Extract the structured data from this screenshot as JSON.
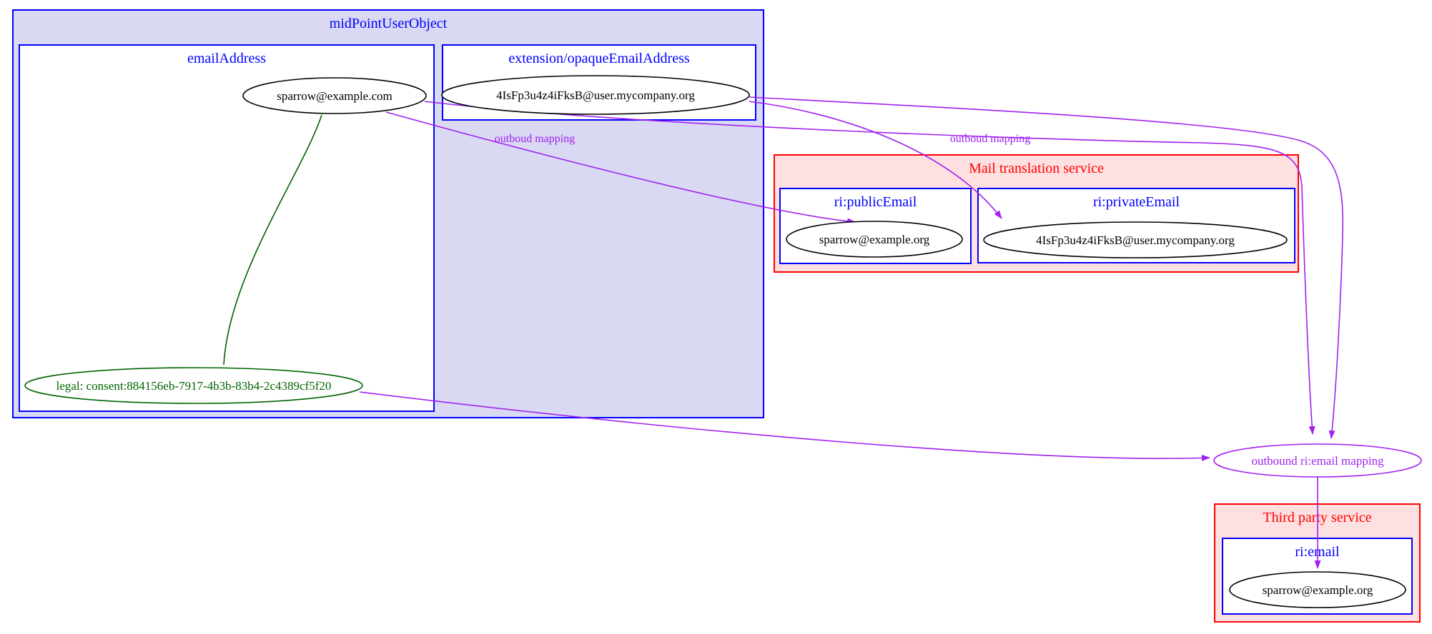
{
  "diagram": {
    "clusters": {
      "midpoint": {
        "label": "midPointUserObject"
      },
      "email_address": {
        "label": "emailAddress"
      },
      "opaque_email": {
        "label": "extension/opaqueEmailAddress"
      },
      "mail_translation": {
        "label": "Mail translation service"
      },
      "ri_public": {
        "label": "ri:publicEmail"
      },
      "ri_private": {
        "label": "ri:privateEmail"
      },
      "third_party": {
        "label": "Third party service"
      },
      "ri_email": {
        "label": "ri:email"
      }
    },
    "nodes": {
      "email_com": {
        "label": "sparrow@example.com"
      },
      "opaque_value": {
        "label": "4IsFp3u4z4iFksB@user.mycompany.org"
      },
      "legal_consent": {
        "label": "legal: consent:884156eb-7917-4b3b-83b4-2c4389cf5f20"
      },
      "ri_public_value": {
        "label": "sparrow@example.org"
      },
      "ri_private_value": {
        "label": "4IsFp3u4z4iFksB@user.mycompany.org"
      },
      "outbound_mapping": {
        "label": "outbound ri:email mapping"
      },
      "ri_email_value": {
        "label": "sparrow@example.org"
      }
    },
    "edges": {
      "left_outbound": {
        "label": "outboud mapping"
      },
      "right_outbound": {
        "label": "outboud mapping"
      }
    },
    "colors": {
      "blue": "#0000ff",
      "red": "#ff0000",
      "purple": "#a020f0",
      "dark_green": "#006400",
      "lavender_fill": "#d9d9f3",
      "pink_fill": "#ffe0e0"
    }
  }
}
